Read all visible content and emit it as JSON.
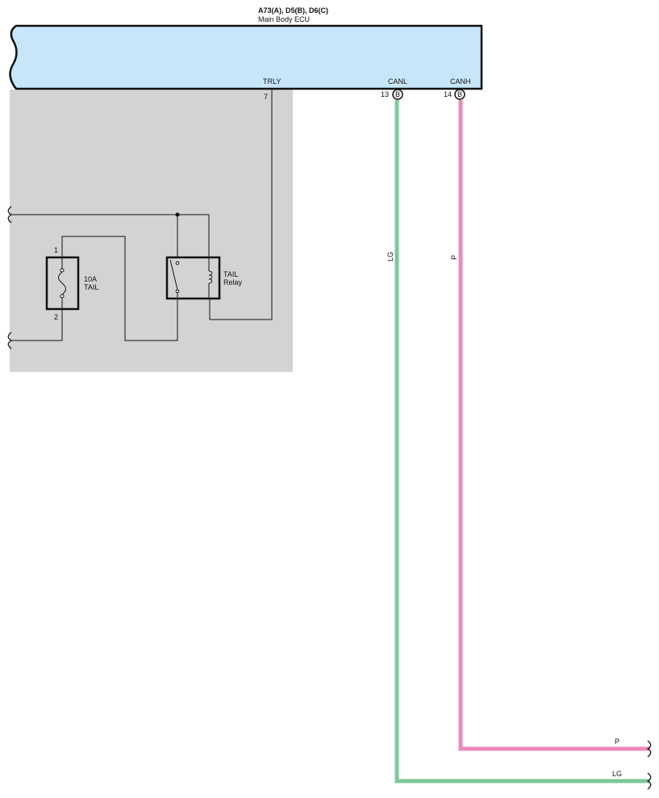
{
  "ecu": {
    "connectors": "A73(A), D5(B), D6(C)",
    "name": "Main Body ECU",
    "fill_color": "#c8e6fa"
  },
  "pins": {
    "trly": {
      "name": "TRLY",
      "number": "7"
    },
    "canl": {
      "name": "CANL",
      "number": "13",
      "connector": "B"
    },
    "canh": {
      "name": "CANH",
      "number": "14",
      "connector": "B"
    }
  },
  "fuse": {
    "rating": "10A",
    "name": "TAIL",
    "pin1": "1",
    "pin2": "2"
  },
  "relay": {
    "line1": "TAIL",
    "line2": "Relay"
  },
  "wires": {
    "canl_color_code": "LG",
    "canh_color_code": "P",
    "canl_color": "#7ec89a",
    "canh_color": "#ee88b8"
  },
  "junction_box_color": "#d2d3d5"
}
